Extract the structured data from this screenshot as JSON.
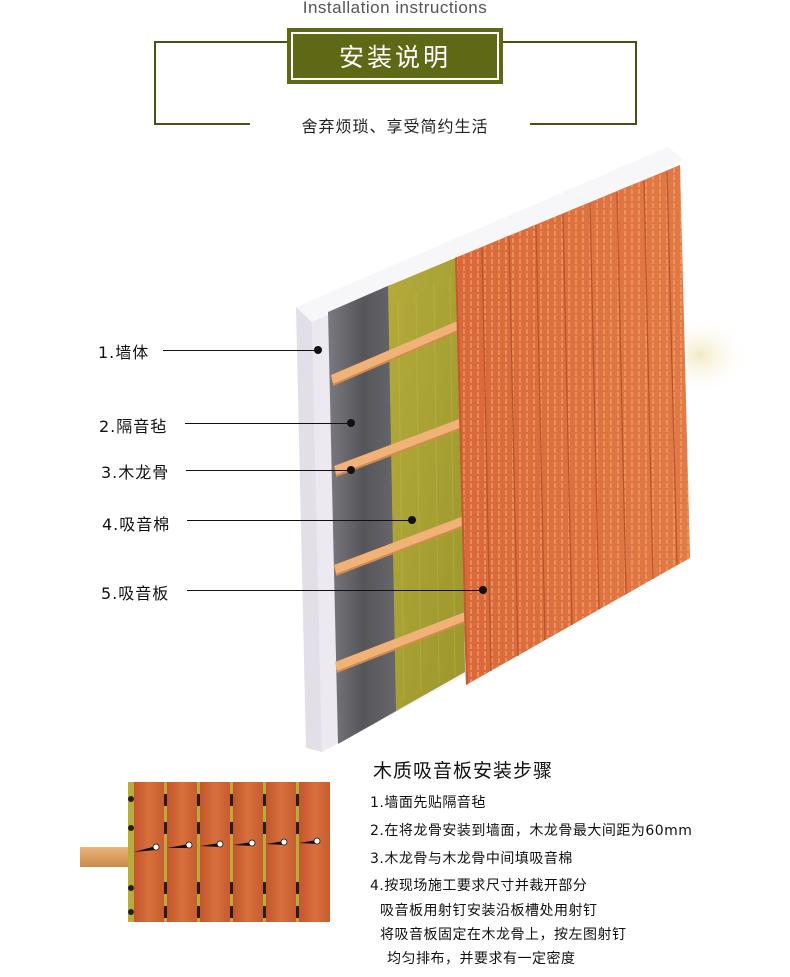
{
  "header": {
    "en_title": "Installation instructions",
    "title": "安装说明",
    "slogan": "舍弃烦琐、享受简约生活"
  },
  "diagram": {
    "layers": [
      {
        "id": "wall",
        "label": "1.墙体"
      },
      {
        "id": "felt",
        "label": "2.隔音毡"
      },
      {
        "id": "keel",
        "label": "3.木龙骨"
      },
      {
        "id": "cotton",
        "label": "4.吸音棉"
      },
      {
        "id": "board",
        "label": "5.吸音板"
      }
    ],
    "colors": {
      "accent_olive": "#5f6915",
      "wall": "#f4f2f6",
      "felt": "#5e5e63",
      "cotton": "#a8a234",
      "keel": "#eeaa68",
      "board": "#dc6a3a"
    }
  },
  "steps": {
    "title": "木质吸音板安装步骤",
    "items": [
      "1.墙面先贴隔音毡",
      "2.在将龙骨安装到墙面，木龙骨最大间距为60mm",
      "3.木龙骨与木龙骨中间填吸音棉",
      "4.按现场施工要求尺寸并裁开部分",
      "吸音板用射钉安装沿板槽处用射钉",
      "将吸音板固定在木龙骨上，按左图射钉",
      "均匀排布，并要求有一定密度"
    ]
  }
}
